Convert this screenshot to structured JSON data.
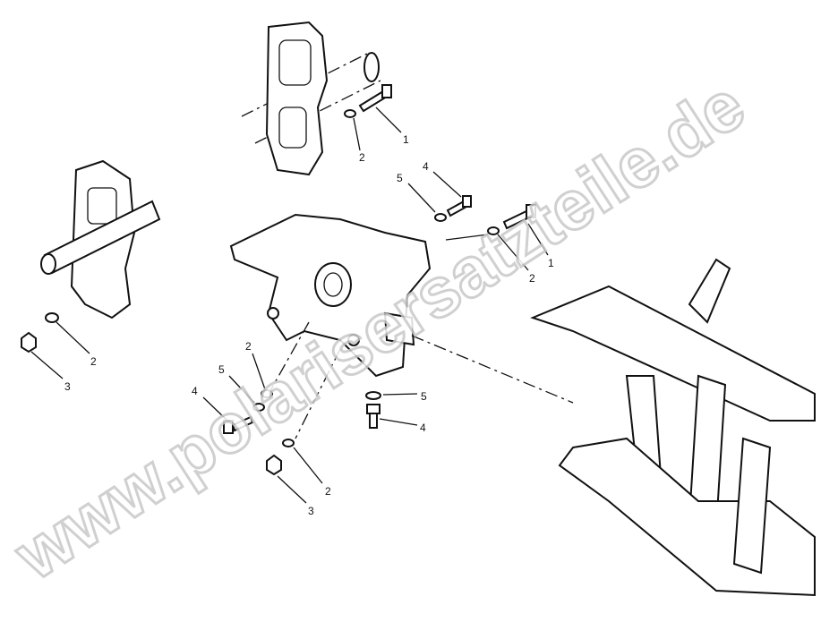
{
  "watermark": "www.polarisersatzteile.de",
  "callouts": [
    {
      "id": "c1",
      "text": "1"
    },
    {
      "id": "c2",
      "text": "2"
    },
    {
      "id": "c3",
      "text": "4"
    },
    {
      "id": "c4",
      "text": "5"
    },
    {
      "id": "c5",
      "text": "1"
    },
    {
      "id": "c6",
      "text": "2"
    },
    {
      "id": "c7",
      "text": "2"
    },
    {
      "id": "c8",
      "text": "3"
    },
    {
      "id": "c9",
      "text": "2"
    },
    {
      "id": "c10",
      "text": "5"
    },
    {
      "id": "c11",
      "text": "4"
    },
    {
      "id": "c12",
      "text": "5"
    },
    {
      "id": "c13",
      "text": "4"
    },
    {
      "id": "c14",
      "text": "2"
    },
    {
      "id": "c15",
      "text": "3"
    }
  ]
}
